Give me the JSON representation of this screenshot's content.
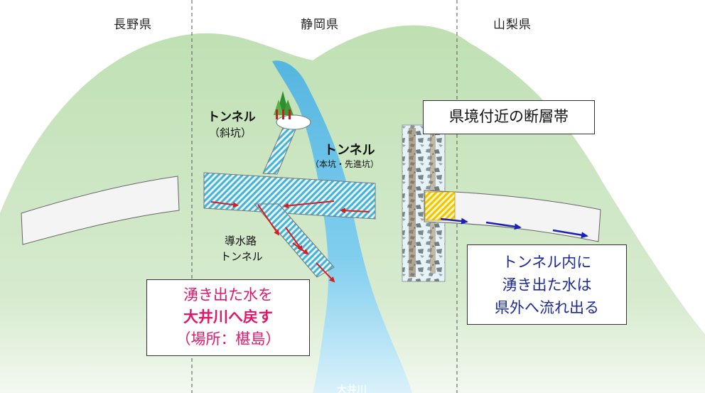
{
  "prefectures": [
    "長野県",
    "静岡県",
    "山梨県"
  ],
  "labels": {
    "shaft_tunnel": "トンネル",
    "shaft_note": "（斜坑）",
    "main_tunnel": "トンネル",
    "main_note": "（本坑・先進坑）",
    "conduit_line1": "導水路",
    "conduit_line2": "トンネル",
    "river": "大井川"
  },
  "fault_box": {
    "text": "県境付近の断層帯"
  },
  "return_box": {
    "line1": "湧き出た水を",
    "line2": "大井川へ戻す",
    "line3": "（場所：椹島）"
  },
  "outflow_box": {
    "line1": "トンネル内に",
    "line2": "湧き出た水は",
    "line3": "県外へ流れ出る"
  },
  "colors": {
    "mountain": "#c8e3bf",
    "river": "#67c3ea",
    "tunnel_hatch": "#4fb8d8",
    "arrow_inside": "#d62020",
    "arrow_outflow": "#1a22b8",
    "return_text": "#e0186b",
    "outflow_text": "#1c2a9a"
  }
}
